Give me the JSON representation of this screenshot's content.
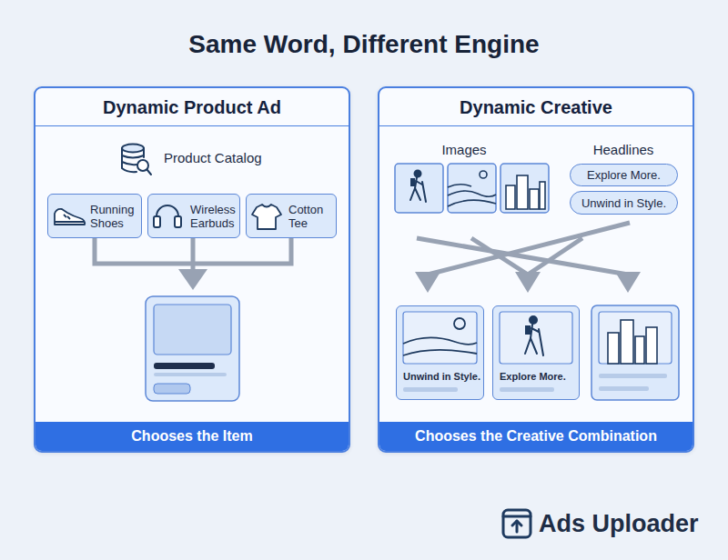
{
  "diagram": {
    "title": "Same Word, Different Engine",
    "nodes": [
      {
        "text": [
          "Dynamic Product Ad"
        ]
      },
      {
        "text": [
          "Running Shoes"
        ],
        "in": 0
      },
      {
        "text": [
          "Wireless Earbuds"
        ],
        "in": 0
      },
      {
        "text": [
          "Cotton Tee"
        ],
        "in": 0
      },
      {
        "text": [
          "Chooses the Item"
        ],
        "in": 0
      },
      {
        "text": [
          "Dynamic Creative"
        ]
      },
      {
        "text": [
          "Explore More."
        ],
        "in": 5
      },
      {
        "text": [
          "Unwind in Style."
        ],
        "in": 5
      },
      {
        "text": [
          "Unwind in Style."
        ],
        "in": 5
      },
      {
        "text": [
          "Explore More."
        ],
        "in": 5
      },
      {
        "text": [
          "Chooses the Creative Combination"
        ],
        "in": 5
      }
    ],
    "labels": [
      "Product Catalog",
      "Images",
      "Headlines",
      "Ads Uploader"
    ]
  }
}
